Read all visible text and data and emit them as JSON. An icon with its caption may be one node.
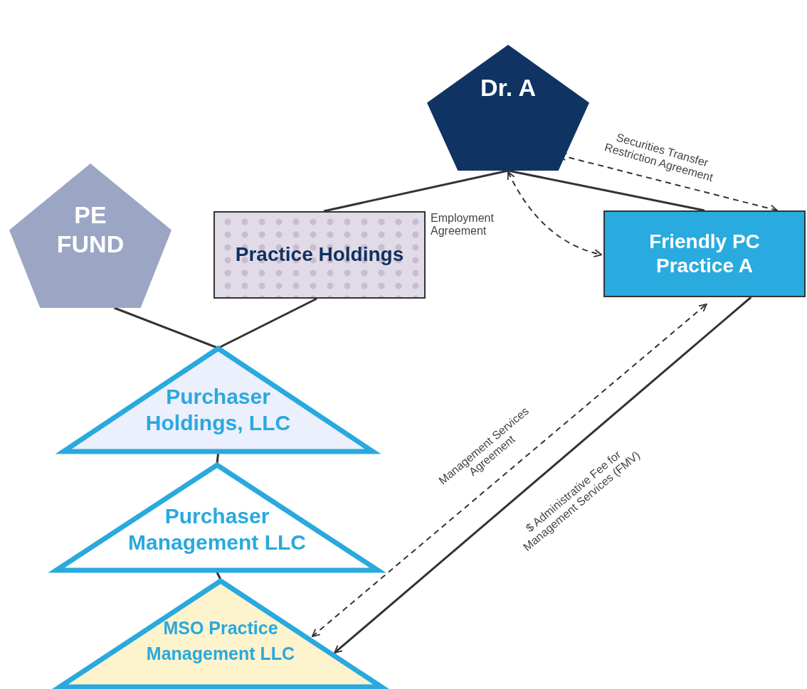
{
  "diagram": {
    "nodes": [
      {
        "text": [
          "Dr. A"
        ]
      },
      {
        "text": [
          "PE FUND"
        ]
      },
      {
        "text": [
          "Practice Holdings"
        ]
      },
      {
        "text": [
          "Friendly PC Practice A"
        ]
      },
      {
        "text": [
          "Purchaser Holdings, LLC"
        ]
      },
      {
        "text": [
          "Purchaser Management LLC"
        ]
      },
      {
        "text": [
          "MSO Practice Management LLC"
        ]
      }
    ],
    "edges": [
      {
        "from": 0,
        "to": 2,
        "arrow": "none"
      },
      {
        "from": 0,
        "to": 3,
        "arrow": "none"
      },
      {
        "from": 1,
        "to": 4,
        "arrow": "none"
      },
      {
        "from": 2,
        "to": 4,
        "arrow": "none"
      },
      {
        "from": 4,
        "to": 5,
        "arrow": "none"
      },
      {
        "from": 5,
        "to": 6,
        "arrow": "none"
      },
      {
        "from": 0,
        "to": 3,
        "arrow": "both",
        "style": "dashed",
        "label": "Securities Transfer Restriction Agreement"
      },
      {
        "from": 0,
        "to": 3,
        "arrow": "both",
        "style": "dashed",
        "label": "Employment Agreement"
      },
      {
        "from": 6,
        "to": 3,
        "arrow": "both",
        "style": "dashed",
        "label": "Management Services Agreement"
      },
      {
        "from": 3,
        "to": 6,
        "arrow": "to",
        "label": "$ Administrative Fee for Management Services (FMV)"
      }
    ]
  }
}
